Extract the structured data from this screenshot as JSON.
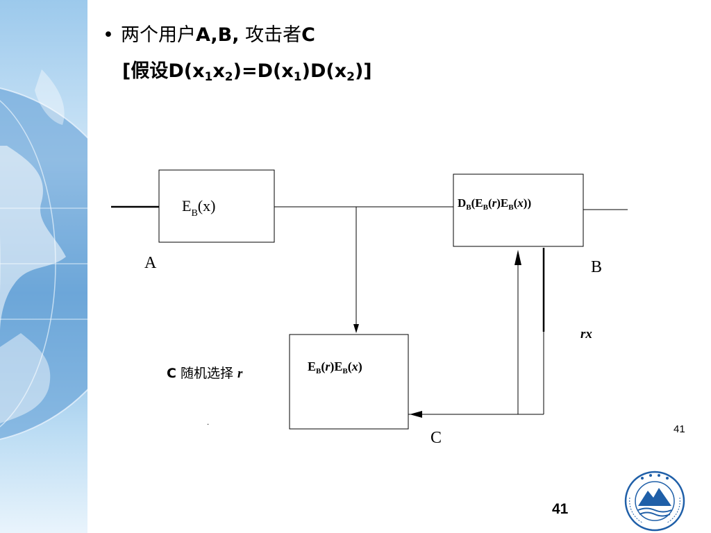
{
  "bullet": {
    "symbol": "•",
    "text_part1": "两个用户",
    "text_bold1": "A,B,",
    "text_part2": " 攻击者",
    "text_bold2": "C"
  },
  "assumption": {
    "open": "[假设D(x",
    "s1": "1",
    "mid1": "x",
    "s2": "2",
    "mid2": ")=D(x",
    "s3": "1",
    "mid3": ")D(x",
    "s4": "2",
    "close": ")]"
  },
  "diagram": {
    "box_a": {
      "main": "E",
      "sub": "B",
      "arg": "(x)"
    },
    "box_b": {
      "D": "D",
      "Dsub": "B",
      "p1": "(E",
      "E1sub": "B",
      "p2": "(",
      "r": "r",
      "p3": ")E",
      "E2sub": "B",
      "p4": "(",
      "x": "x",
      "p5": "))"
    },
    "box_c": {
      "E1": "E",
      "E1sub": "B",
      "p1": "(",
      "r": "r",
      "p2": ")E",
      "E2sub": "B",
      "p3": "(",
      "x": "x",
      "p4": ")"
    },
    "label_a": "A",
    "label_b": "B",
    "label_c": "C",
    "label_rx": "rx",
    "c_random_prefix": "C",
    "c_random_text": " 随机选择 ",
    "c_random_var": "r",
    "dot": "."
  },
  "footer": {
    "page_small": "41",
    "page_big": "41"
  },
  "colors": {
    "strip_blue": "#7fb4df",
    "logo_blue": "#1f5fa8"
  }
}
